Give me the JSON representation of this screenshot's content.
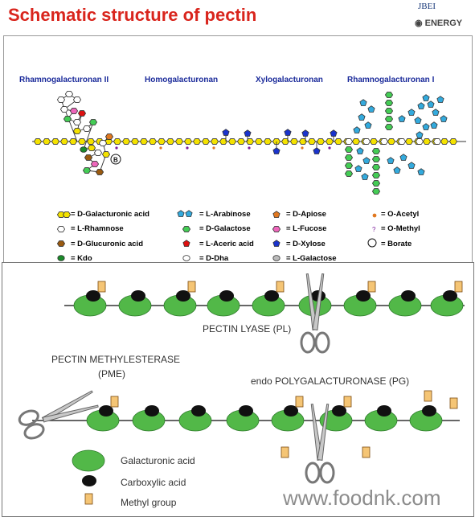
{
  "title": "Schematic structure of pectin",
  "logo": {
    "line1": "JBEI",
    "line2": "ENERGY"
  },
  "regions": [
    "Rhamnogalacturonan II",
    "Homogalacturonan",
    "Xylogalacturonan",
    "Rhamnogalacturonan I"
  ],
  "legend": [
    {
      "text": "= D-Galacturonic acid",
      "color": "#1a2a9a",
      "icon": "yellow-hexagon-icon"
    },
    {
      "text": "= L-Arabinose",
      "color": "#33aadd",
      "icon": "cyan-pentagon-icon"
    },
    {
      "text": "= D-Apiose",
      "color": "#e07820",
      "icon": "orange-pentagon-icon"
    },
    {
      "text": "= O-Acetyl",
      "color": "#e07820",
      "icon": "acetyl-icon"
    },
    {
      "text": "= L-Rhamnose",
      "color": "#111111",
      "icon": "white-hexagon-icon"
    },
    {
      "text": "= D-Galactose",
      "color": "#33bb55",
      "icon": "green-hexagon-icon"
    },
    {
      "text": "= L-Fucose",
      "color": "#ee55bb",
      "icon": "pink-hexagon-icon"
    },
    {
      "text": "= O-Methyl",
      "color": "#7a1a9a",
      "icon": "methyl-icon"
    },
    {
      "text": "= D-Glucuronic acid",
      "color": "#9a5a10",
      "icon": "brown-hexagon-icon"
    },
    {
      "text": "= L-Aceric acid",
      "color": "#dd1111",
      "icon": "red-pentagon-icon"
    },
    {
      "text": "= D-Xylose",
      "color": "#1a2a9a",
      "icon": "blue-pentagon-icon"
    },
    {
      "text": "= Borate",
      "color": "#111111",
      "icon": "borate-icon"
    },
    {
      "text": "= Kdo",
      "color": "#1a8a2a",
      "icon": "green-oval-icon"
    },
    {
      "text": "= D-Dha",
      "color": "#333333",
      "icon": "white-oval-icon"
    },
    {
      "text": "= L-Galactose",
      "color": "#333333",
      "icon": "gray-oval-icon"
    }
  ],
  "enzyme_diagram": {
    "pectin_lyase": "PECTIN LYASE (PL)",
    "pme_line1": "PECTIN METHYLESTERASE",
    "pme_line2": "(PME)",
    "pg": "endo POLYGALACTURONASE (PG)",
    "key": [
      {
        "label": "Galacturonic acid",
        "icon": "green-ellipse-icon"
      },
      {
        "label": "Carboxylic acid",
        "icon": "black-dot-icon"
      },
      {
        "label": "Methyl group",
        "icon": "orange-square-icon"
      }
    ]
  },
  "watermark": "www.foodnk.com",
  "colors": {
    "title": "#d9251d",
    "galacturonic": "#f4e200",
    "ellipse_green": "#52b848",
    "methyl": "#f5c575"
  }
}
